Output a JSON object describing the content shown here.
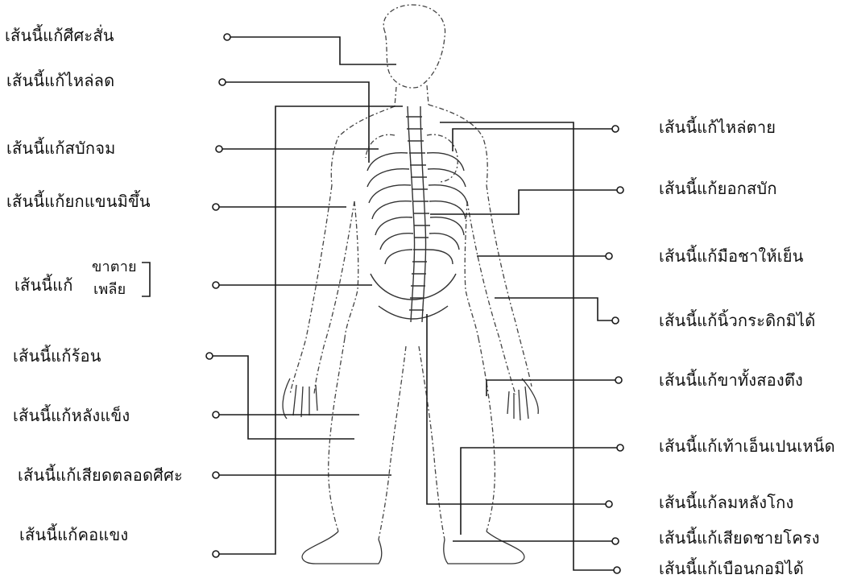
{
  "labels_left": [
    "เส้นนี้แก้ศีศะสั่น",
    "เส้นนี้แก้ไหล่ลด",
    "เส้นนี้แก้สบักจม",
    "เส้นนี้แก้ยกแขนมิขึ้น",
    "เส้นนี้แก้",
    "เส้นนี้แก้ร้อน",
    "เส้นนี้แก้หลังแข็ง",
    "เส้นนี้แก้เสียดตลอดศีศะ",
    "เส้นนี้แก้คอแขง"
  ],
  "bracket_items": [
    "ขาตาย",
    "เพลีย"
  ],
  "labels_right": [
    "เส้นนี้แก้ไหล่ตาย",
    "เส้นนี้แก้ยอกสบัก",
    "เส้นนี้แก้มือชาให้เย็น",
    "เส้นนี้แก้นิ้วกระดิกมิได้",
    "เส้นนี้แก้ขาทั้งสองตึง",
    "เส้นนี้แก้เท้าเอ็นเปนเหน็ด",
    "เส้นนี้แก้ลมหลังโกง",
    "เส้นนี้แก้เสียดชายโครง",
    "เส้นนี้แก้เบือนกอมิได้"
  ]
}
